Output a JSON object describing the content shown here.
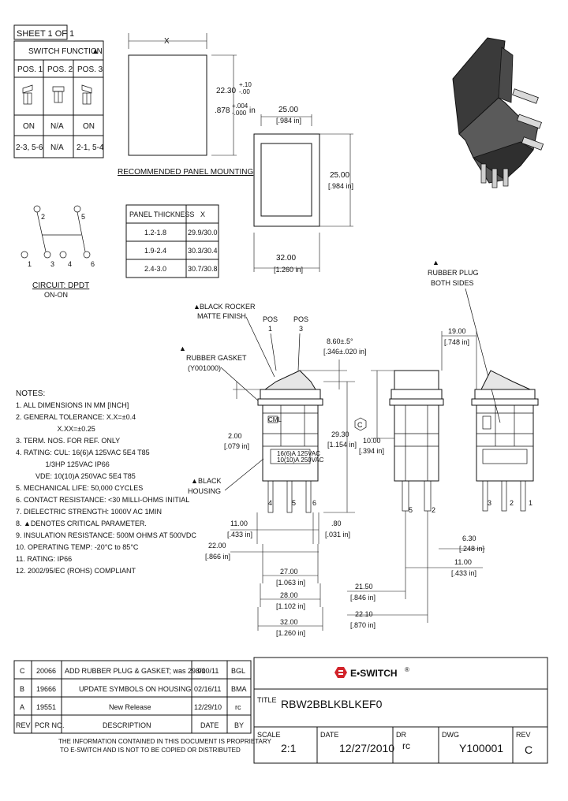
{
  "sheet": "SHEET 1 OF 1",
  "switch_function": {
    "header": "SWITCH FUNCTION",
    "positions": [
      "POS. 1",
      "POS. 2",
      "POS. 3"
    ],
    "states": [
      "ON",
      "N/A",
      "ON"
    ],
    "contacts": [
      "2-3, 5-6",
      "N/A",
      "2-1, 5-4"
    ]
  },
  "panel_dims": {
    "x_label": "X",
    "height": "22.30",
    "height_tol_plus": "+.10",
    "height_tol_minus": "-.00",
    "height_in": ".878",
    "height_in_tol_plus": "+.004",
    "height_in_tol_minus": "-.000",
    "height_in_unit": "in"
  },
  "recommended_mounting": "RECOMMENDED PANEL MOUNTING",
  "panel_table": {
    "headers": [
      "PANEL THICKNESS",
      "X"
    ],
    "rows": [
      [
        "1.2-1.8",
        "29.9/30.0"
      ],
      [
        "1.9-2.4",
        "30.3/30.4"
      ],
      [
        "2.4-3.0",
        "30.7/30.8"
      ]
    ]
  },
  "front_dims": {
    "width_mm": "25.00",
    "width_in": "[.984 in]",
    "height_mm": "25.00",
    "height_in": "[.984 in]",
    "bezel_mm": "32.00",
    "bezel_in": "[1.260 in]"
  },
  "circuit": {
    "pins": [
      "2",
      "5",
      "1",
      "3",
      "4",
      "6"
    ],
    "title": "CIRCUIT: DPDT",
    "subtitle": "ON-ON"
  },
  "callouts": {
    "black_rocker": "BLACK ROCKER",
    "matte_finish": "MATTE FINISH",
    "rubber_gasket": "RUBBER GASKET",
    "gasket_part": "(Y001000)",
    "black": "BLACK",
    "housing": "HOUSING",
    "rubber_plug": "RUBBER PLUG",
    "both_sides": "BOTH SIDES",
    "pos1": "POS",
    "pos1_num": "1",
    "pos3": "POS",
    "pos3_num": "3"
  },
  "side_dims": {
    "d_860": "8.60±.5°",
    "d_860_in": "[.346±.020 in]",
    "d_2930": "29.30",
    "d_2930_in": "[1.154 in]",
    "d_200": "2.00",
    "d_200_in": "[.079 in]",
    "d_1000": "10.00",
    "d_1000_in": "[.394 in]",
    "d_1100": "11.00",
    "d_1100_in": "[.433 in]",
    "d_080": ".80",
    "d_080_in": "[.031 in]",
    "d_2200": "22.00",
    "d_2200_in": "[.866 in]",
    "d_2700": "27.00",
    "d_2700_in": "[1.063 in]",
    "d_2800": "28.00",
    "d_2800_in": "[1.102 in]",
    "d_3200": "32.00",
    "d_3200_in": "[1.260 in]",
    "c_marker": "C",
    "pins_front": [
      "4",
      "5",
      "6"
    ],
    "pins_end": [
      "5",
      "2"
    ],
    "pins_right": [
      "3",
      "2",
      "1"
    ],
    "label_cml": "CML",
    "label_rating": "16(6)A 125VAC",
    "label_rating2": "10(10)A 250VAC"
  },
  "right_dims": {
    "d_1900": "19.00",
    "d_1900_in": "[.748 in]",
    "d_630": "6.30",
    "d_630_in": "[.248 in]",
    "d_1100": "11.00",
    "d_1100_in": "[.433 in]",
    "d_2150": "21.50",
    "d_2150_in": "[.846 in]",
    "d_2210": "22.10",
    "d_2210_in": "[.870 in]"
  },
  "notes": {
    "title": "NOTES:",
    "lines": [
      "1. ALL DIMENSIONS IN MM [INCH]",
      "2. GENERAL TOLERANCE: X.X=±0.4",
      "                     X.XX=±0.25",
      "3. TERM. NOS. FOR REF. ONLY",
      "4. RATING: CUL: 16(6)A 125VAC 5E4 T85",
      "               1/3HP 125VAC IP66",
      "          VDE: 10(10)A 250VAC 5E4 T85",
      "5. MECHANICAL LIFE: 50,000 CYCLES",
      "6. CONTACT RESISTANCE: <30 MILLI-OHMS INITIAL",
      "7. DIELECTRIC STRENGTH: 1000V AC 1MIN",
      "8. ▲DENOTES CRITICAL PARAMETER.",
      "9. INSULATION RESISTANCE: 500M OHMS AT 500VDC",
      "10. OPERATING TEMP: -20°C to 85°C",
      "11. RATING: IP66",
      "12. 2002/95/EC (ROHS) COMPLIANT"
    ]
  },
  "revisions": {
    "rows": [
      [
        "C",
        "20066",
        "ADD RUBBER PLUG & GASKET; was 29.00",
        "8/10/11",
        "BGL"
      ],
      [
        "B",
        "19666",
        "UPDATE SYMBOLS ON HOUSING",
        "02/16/11",
        "BMA"
      ],
      [
        "A",
        "19551",
        "New Release",
        "12/29/10",
        "rc"
      ]
    ],
    "headers": [
      "REV",
      "PCR NO.",
      "DESCRIPTION",
      "DATE",
      "BY"
    ]
  },
  "proprietary": [
    "THE INFORMATION CONTAINED IN THIS DOCUMENT IS PROPRIETARY",
    "TO E-SWITCH AND IS NOT TO BE COPIED OR DISTRIBUTED"
  ],
  "title_block": {
    "logo": "E•SWITCH",
    "logo_reg": "®",
    "title_label": "TITLE",
    "title": "RBW2BBLKBLKEF0",
    "scale_label": "SCALE",
    "scale": "2:1",
    "date_label": "DATE",
    "date": "12/27/2010",
    "dr_label": "DR",
    "dr": "rc",
    "dwg_label": "DWG",
    "dwg": "Y100001",
    "rev_label": "REV",
    "rev": "C"
  },
  "colors": {
    "ink": "#111111",
    "logo_red": "#d2232a",
    "housing_gray": "#5a5a5a"
  }
}
